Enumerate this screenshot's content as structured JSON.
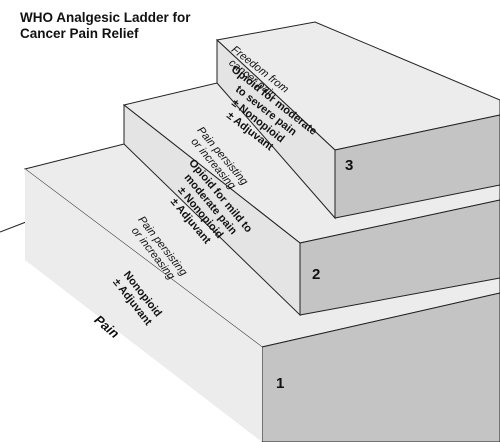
{
  "title": {
    "line1": "WHO Analgesic Ladder for",
    "line2": "Cancer Pain Relief"
  },
  "axis_label": "Pain",
  "steps": [
    {
      "number": "1",
      "persisting": [
        "Pain persisting",
        "or increasing"
      ],
      "treatment": [
        "Nonopioid",
        "± Adjuvant"
      ]
    },
    {
      "number": "2",
      "persisting": [
        "Pain persisting",
        "or increasing"
      ],
      "treatment": [
        "Opioid for mild to",
        "moderate pain",
        "± Nonopioid",
        "± Adjuvant"
      ]
    },
    {
      "number": "3",
      "persisting": [
        "Freedom from",
        "cancer pain"
      ],
      "treatment": [
        "Opioid for moderate",
        "to severe pain",
        "± Nonopioid",
        "± Adjuvant"
      ]
    }
  ],
  "colors": {
    "top": "#ececec",
    "front": "#c4c4c4",
    "outline": "#222222"
  }
}
